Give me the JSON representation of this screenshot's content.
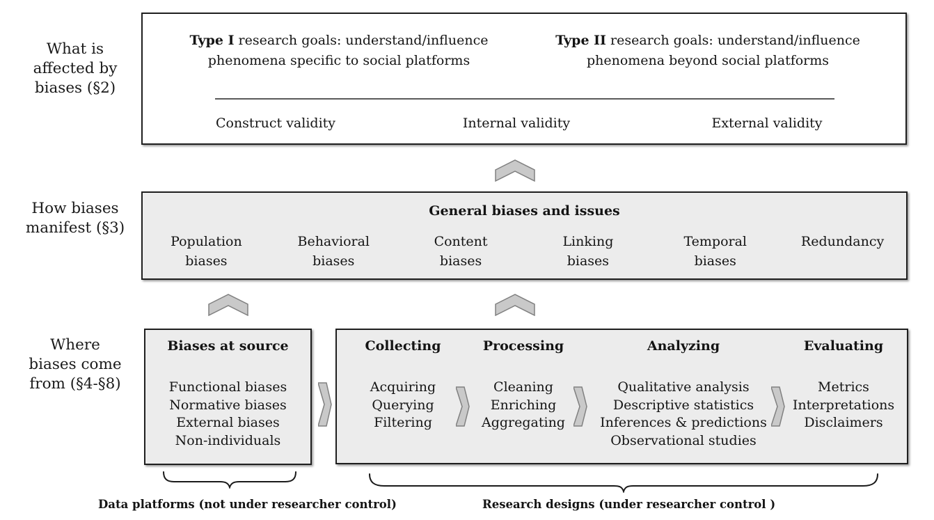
{
  "row_labels": {
    "affected": {
      "lines": [
        "What is",
        "affected by",
        "biases (§2)"
      ]
    },
    "manifest": {
      "lines": [
        "How biases",
        "manifest (§3)"
      ]
    },
    "source": {
      "lines": [
        "Where",
        "biases come",
        "from (§4-§8)"
      ]
    }
  },
  "goals_box": {
    "type1": {
      "prefix": "Type I",
      "rest": " research goals: understand/influence",
      "line2": "phenomena specific to social platforms"
    },
    "type2": {
      "prefix": "Type II",
      "rest": " research goals: understand/influence",
      "line2": "phenomena beyond social platforms"
    },
    "validities": [
      "Construct validity",
      "Internal validity",
      "External validity"
    ]
  },
  "manifest_box": {
    "title": "General biases and issues",
    "items": [
      [
        "Population",
        "biases"
      ],
      [
        "Behavioral",
        "biases"
      ],
      [
        "Content",
        "biases"
      ],
      [
        "Linking",
        "biases"
      ],
      [
        "Temporal",
        "biases"
      ],
      [
        "Redundancy",
        ""
      ]
    ]
  },
  "source_box": {
    "title": "Biases at source",
    "items": [
      "Functional biases",
      "Normative biases",
      "External biases",
      "Non-individuals"
    ]
  },
  "pipeline_box": {
    "stages": [
      {
        "title": "Collecting",
        "items": [
          "Acquiring",
          "Querying",
          "Filtering"
        ]
      },
      {
        "title": "Processing",
        "items": [
          "Cleaning",
          "Enriching",
          "Aggregating"
        ]
      },
      {
        "title": "Analyzing",
        "items": [
          "Qualitative analysis",
          "Descriptive statistics",
          "Inferences & predictions",
          "Observational studies"
        ]
      },
      {
        "title": "Evaluating",
        "items": [
          "Metrics",
          "Interpretations",
          "Disclaimers"
        ]
      }
    ]
  },
  "footer": {
    "left": "Data platforms (not under researcher control)",
    "right": "Research designs (under researcher control )"
  },
  "colors": {
    "box_fill": "#ececec",
    "box_border": "#1f1f1f",
    "chevron_fill": "#c9c9c9",
    "chevron_stroke": "#808080",
    "divider": "#5a5a5a",
    "text": "#141414"
  }
}
